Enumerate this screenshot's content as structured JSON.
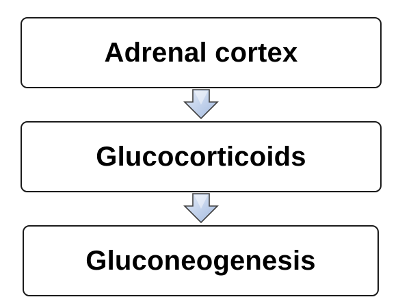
{
  "flowchart": {
    "steps": [
      {
        "label": "Adrenal cortex"
      },
      {
        "label": "Glucocorticoids"
      },
      {
        "label": "Gluconeogenesis"
      }
    ],
    "colors": {
      "arrow_fill_light": "#dbe5f5",
      "arrow_fill_dark": "#a9bfe3",
      "arrow_stroke": "#404040",
      "box_border": "#1a1a1a"
    },
    "arrow_icon": "down-arrow-icon"
  }
}
